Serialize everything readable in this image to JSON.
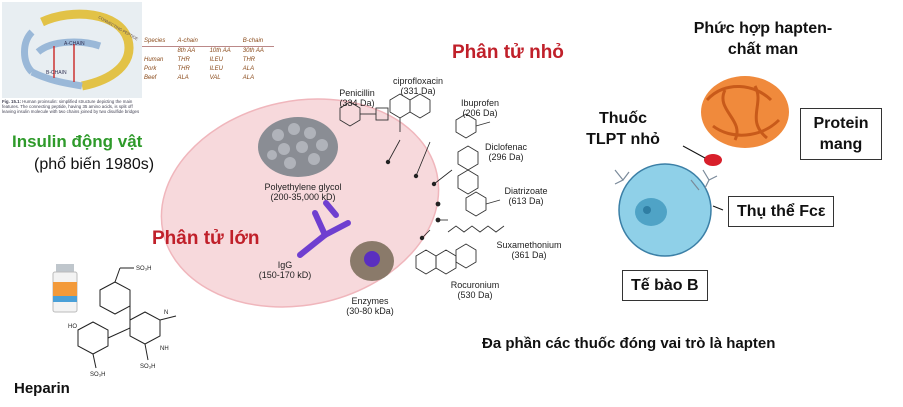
{
  "insulin": {
    "chain_a": "A-CHAIN",
    "chain_b": "B-CHAIN",
    "peptide": "CONNECTING PEPTIDE",
    "caption_title": "Fig. 15.1:",
    "caption_text": "Human proinsulin: simplified structure depicting the main features. The connecting peptide, having 35 amino acids, is split off leaving insulin molecule with two chains joined by two disulfide bridges",
    "table_headers": [
      "Species",
      "A-chain",
      "",
      "B-chain"
    ],
    "table_subheaders": [
      "",
      "8th AA",
      "10th AA",
      "30th AA"
    ],
    "table_rows": [
      [
        "Human",
        "THR",
        "ILEU",
        "THR"
      ],
      [
        "Pork",
        "THR",
        "ILEU",
        "ALA"
      ],
      [
        "Beef",
        "ALA",
        "VAL",
        "ALA"
      ]
    ],
    "title": "Insulin động vật",
    "subtitle": "(phổ biến 1980s)"
  },
  "heparin": {
    "label": "Heparin"
  },
  "small_molecules": {
    "title": "Phân tử nhỏ",
    "items": [
      {
        "name": "Penicillin",
        "mass": "(334 Da)"
      },
      {
        "name": "ciprofloxacin",
        "mass": "(331 Da)"
      },
      {
        "name": "Ibuprofen",
        "mass": "(206 Da)"
      },
      {
        "name": "Diclofenac",
        "mass": "(296 Da)"
      },
      {
        "name": "Diatrizoate",
        "mass": "(613 Da)"
      },
      {
        "name": "Suxamethonium",
        "mass": "(361 Da)"
      },
      {
        "name": "Rocuronium",
        "mass": "(530 Da)"
      }
    ]
  },
  "large_molecules": {
    "title": "Phân tử lớn",
    "items": [
      {
        "name": "Polyethylene glycol",
        "mass": "(200-35,000 kD)"
      },
      {
        "name": "IgG",
        "mass": "(150-170 kD)"
      },
      {
        "name": "Enzymes",
        "mass": "(30-80 kDa)"
      }
    ]
  },
  "hapten": {
    "complex": "Phức hợp hapten-chất man",
    "drug": "Thuốc TLPT nhỏ",
    "protein": "Protein mang",
    "receptor": "Thụ thể Fcε",
    "cell": "Tế bào B"
  },
  "conclusion": "Đa phần các thuốc đóng vai trò là hapten",
  "colors": {
    "red_title": "#c0202a",
    "green_title": "#2e9a2a",
    "ellipse": "#f7d9dc",
    "protein": "#f08a3c",
    "cell": "#8fd0e8",
    "igg": "#6f3fd0"
  }
}
